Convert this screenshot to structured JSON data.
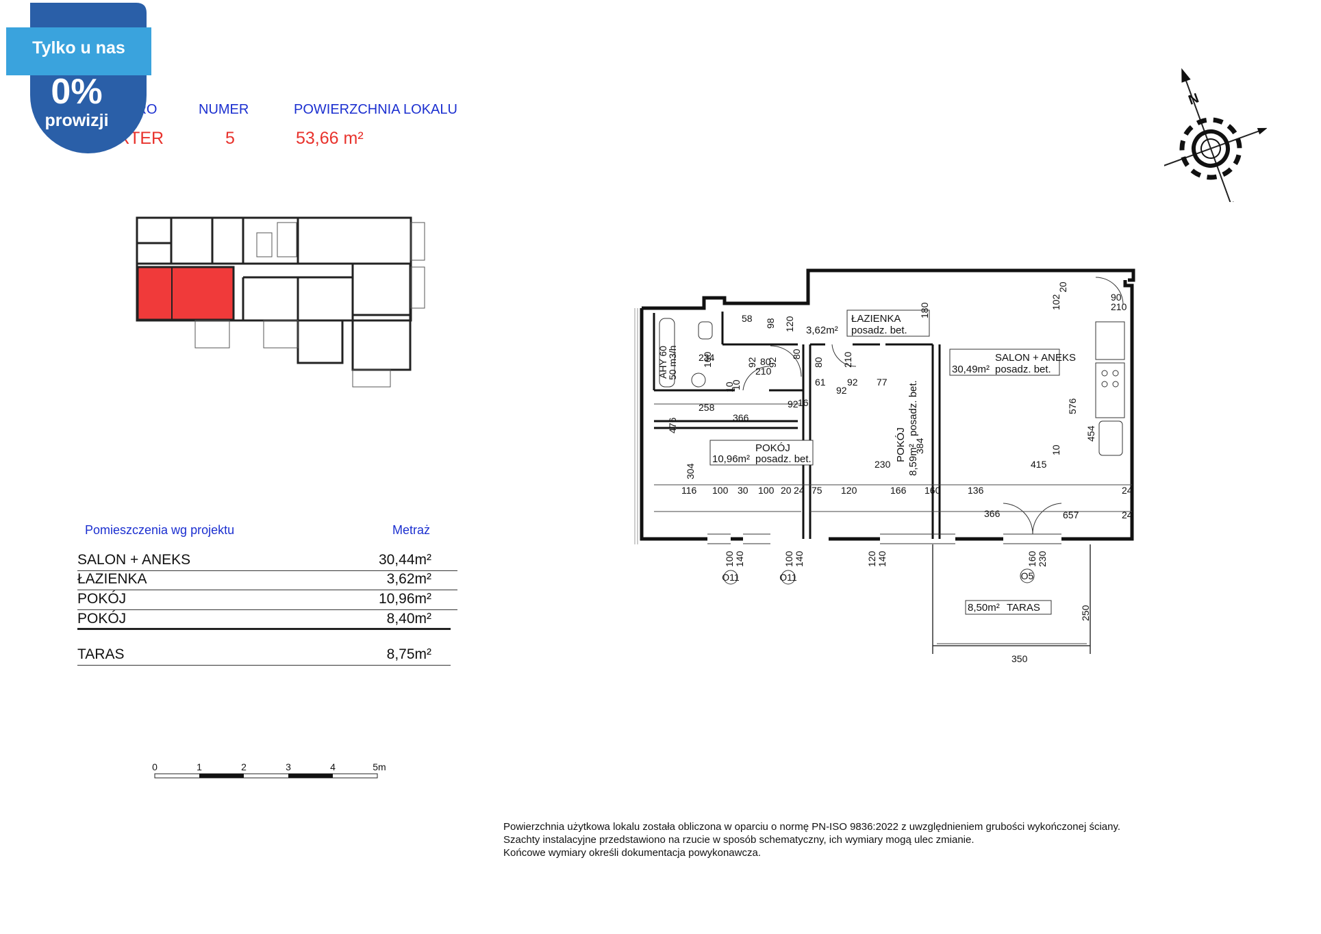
{
  "badge": {
    "title": "Tylko u nas",
    "percent": "0%",
    "subtitle": "prowizji",
    "color": "#3aa3dd",
    "dark_color": "#2a5fa8"
  },
  "header": {
    "floor_label": "PIĘTRO",
    "floor_value": "PARTER",
    "number_label": "NUMER",
    "number_value": "5",
    "area_label": "POWIERZCHNIA LOKALU",
    "area_value": "53,66 m²",
    "label_color": "#1b2fd0",
    "value_color": "#e8322c"
  },
  "rooms_table": {
    "title": "Pomieszczenia wg projektu",
    "metric_label": "Metraż",
    "rows": [
      {
        "name": "SALON + ANEKS",
        "area": "30,44m²"
      },
      {
        "name": "ŁAZIENKA",
        "area": "3,62m²"
      },
      {
        "name": "POKÓJ",
        "area": "10,96m²"
      },
      {
        "name": "POKÓJ",
        "area": "8,40m²"
      }
    ],
    "terrace": {
      "name": "TARAS",
      "area": "8,75m²"
    }
  },
  "scale_bar": {
    "ticks": [
      "0",
      "1",
      "2",
      "3",
      "4",
      "5m"
    ]
  },
  "compass": {
    "north_label": "N"
  },
  "plan": {
    "rooms": [
      {
        "name": "ŁAZIENKA",
        "area": "3,62m²",
        "floor": "posadz. bet."
      },
      {
        "name": "SALON + ANEKS",
        "area": "30,49m²",
        "floor": "posadz. bet."
      },
      {
        "name": "POKÓJ",
        "area": "10,96m²",
        "floor": "posadz. bet."
      },
      {
        "name": "POKÓJ",
        "area": "8,59m²",
        "floor": "posadz. bet."
      },
      {
        "name": "TARAS",
        "area": "8,50m²"
      }
    ],
    "ventilation": "AHY 60",
    "ventilation_flow": "50 m3/h",
    "window_tags": [
      "O11",
      "O11",
      "O5"
    ],
    "dimensions": [
      "120",
      "98",
      "58",
      "234",
      "160",
      "92",
      "80",
      "210",
      "92",
      "80",
      "80",
      "210",
      "92",
      "476",
      "258",
      "366",
      "10",
      "10",
      "16",
      "92",
      "61",
      "92",
      "77",
      "180",
      "102",
      "20",
      "90",
      "210",
      "576",
      "454",
      "10",
      "415",
      "230",
      "384",
      "304",
      "116",
      "100",
      "30",
      "100",
      "20",
      "24",
      "75",
      "120",
      "166",
      "160",
      "136",
      "24",
      "366",
      "657",
      "24",
      "100",
      "140",
      "100",
      "140",
      "120",
      "140",
      "160",
      "230",
      "250",
      "350"
    ]
  },
  "footnotes": [
    "Powierzchnia użytkowa lokalu została obliczona w oparciu o normę PN-ISO 9836:2022 z uwzględnieniem grubości wykończonej ściany.",
    "Szachty instalacyjne przedstawiono na rzucie w sposób schematyczny, ich wymiary mogą ulec zmianie.",
    "Końcowe wymiary określi dokumentacja powykonawcza."
  ],
  "highlight_color": "#f03a3a"
}
